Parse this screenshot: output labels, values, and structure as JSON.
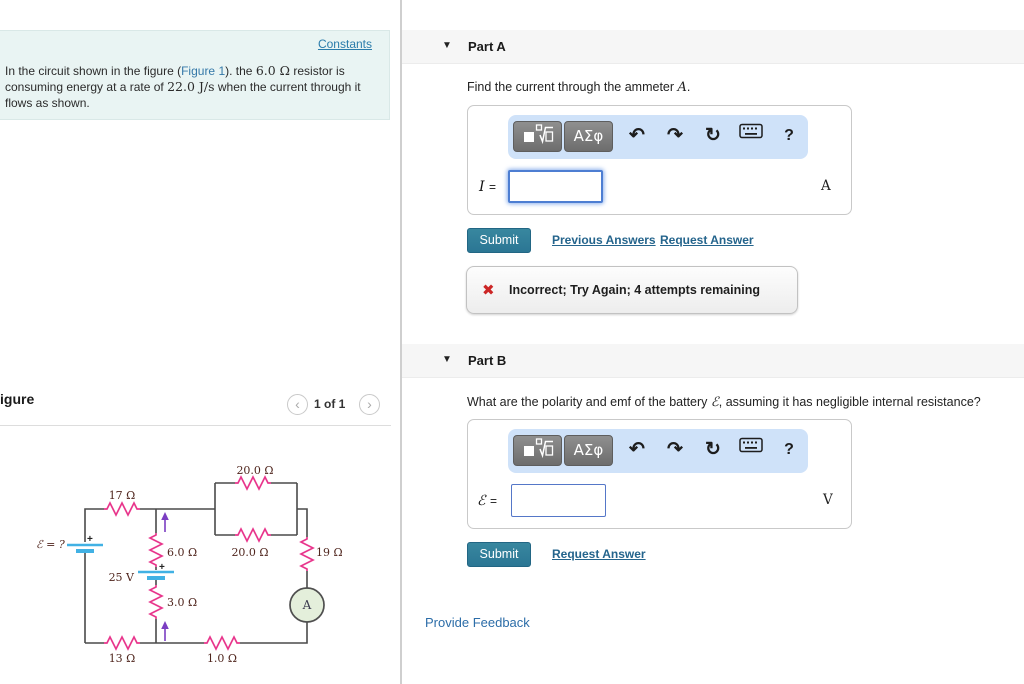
{
  "left_panel": {
    "problem_box": {
      "constants_link": "Constants",
      "text_pre": "In the circuit shown in the figure (",
      "figure_link": "Figure 1",
      "text_mid": "). the ",
      "resistor_value": "6.0 Ω",
      "text_mid2": " resistor is consuming energy at a rate of ",
      "rate_value": "22.0 J/s",
      "text_post": " when the current through it flows as shown."
    },
    "figure_section": {
      "heading": "igure",
      "page_indicator": "1 of 1",
      "prev_icon": "‹",
      "next_icon": "›"
    },
    "circuit": {
      "emf_label": "ℰ = ?",
      "plus_left": "+",
      "plus_mid": "+",
      "r17": "17 Ω",
      "r20_top": "20.0 Ω",
      "r20_bot": "20.0 Ω",
      "r6": "6.0 Ω",
      "r19": "19 Ω",
      "v25": "25 V",
      "r3": "3.0 Ω",
      "r13": "13 Ω",
      "r1": "1.0 Ω",
      "ammeter_label": "A",
      "colors": {
        "resistor": "#e8368c",
        "wire": "#4a4a4a",
        "battery_plate": "#41b1e4",
        "current_arrow": "#7b3ec2",
        "ammeter_fill": "#e4efdb"
      }
    }
  },
  "right_panel": {
    "icons": {
      "collapse": "▼",
      "undo": "↶",
      "redo": "↷",
      "reset": "↻",
      "help": "?",
      "error": "✖",
      "greek_button": "ΑΣφ"
    },
    "part_a": {
      "title": "Part A",
      "q_pre": "Find the current through the ammeter ",
      "q_var": "A",
      "q_post": ".",
      "var_label": "I",
      "equals": "=",
      "input_value": "",
      "unit": "A",
      "submit": "Submit",
      "link_previous": "Previous Answers",
      "link_request": "Request Answer",
      "error_message": "Incorrect; Try Again; 4 attempts remaining"
    },
    "part_b": {
      "title": "Part B",
      "q_pre": "What are the polarity and emf of the battery ",
      "q_var": "ℰ",
      "q_post": ", assuming it has negligible internal resistance?",
      "var_label": "ℰ",
      "equals": "=",
      "input_value": "",
      "unit": "V",
      "submit": "Submit",
      "link_request": "Request Answer"
    },
    "provide_feedback": "Provide Feedback"
  }
}
